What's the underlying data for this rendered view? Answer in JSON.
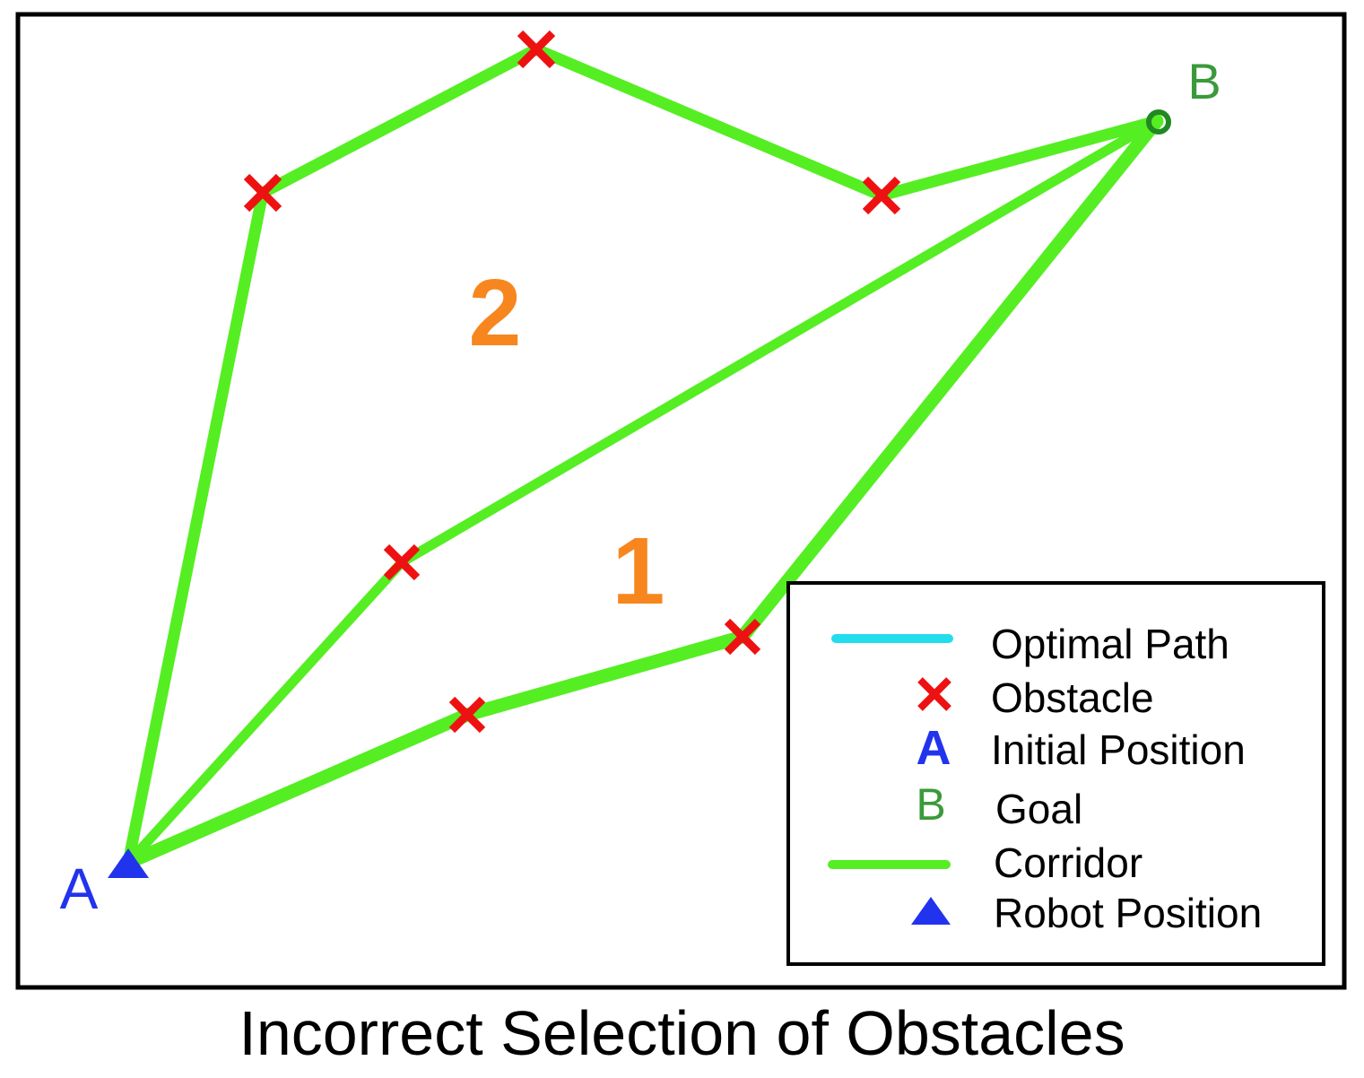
{
  "caption": "Incorrect Selection of Obstacles",
  "colors": {
    "corridor": "#55ee22",
    "obstacle": "#ee1111",
    "initial": "#2233ee",
    "goal": "#228822",
    "region_label": "#f7861e",
    "optimal_path": "#22ddee",
    "frame": "#000000"
  },
  "markers": {
    "start_label": "A",
    "goal_label": "B"
  },
  "regions": [
    "1",
    "2"
  ],
  "legend": {
    "items": [
      {
        "symbol": "line-cyan",
        "label": "Optimal Path"
      },
      {
        "symbol": "x-red",
        "label": "Obstacle"
      },
      {
        "symbol": "letter-A",
        "symbol_text": "A",
        "label": "Initial Position"
      },
      {
        "symbol": "letter-B",
        "symbol_text": "B",
        "label": "Goal"
      },
      {
        "symbol": "line-green",
        "label": "Corridor"
      },
      {
        "symbol": "triangle-blue",
        "label": "Robot Position"
      }
    ]
  }
}
